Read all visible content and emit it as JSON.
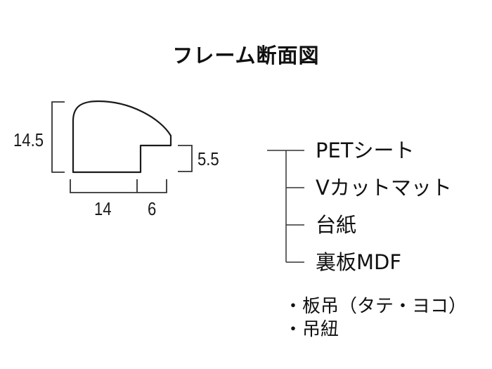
{
  "title": "フレーム断面図",
  "profile": {
    "dimensions": {
      "height": "14.5",
      "rebate_depth": "5.5",
      "face_width": "14",
      "rebate_width": "6"
    }
  },
  "layers": [
    {
      "label": "PETシート"
    },
    {
      "label": "Vカットマット"
    },
    {
      "label": "台紙"
    },
    {
      "label": "裏板MDF"
    }
  ],
  "notes": [
    {
      "label": "・板吊（タテ・ヨコ）"
    },
    {
      "label": "・吊紐"
    }
  ],
  "colors": {
    "line": "#1a1a1a",
    "background": "#ffffff"
  }
}
